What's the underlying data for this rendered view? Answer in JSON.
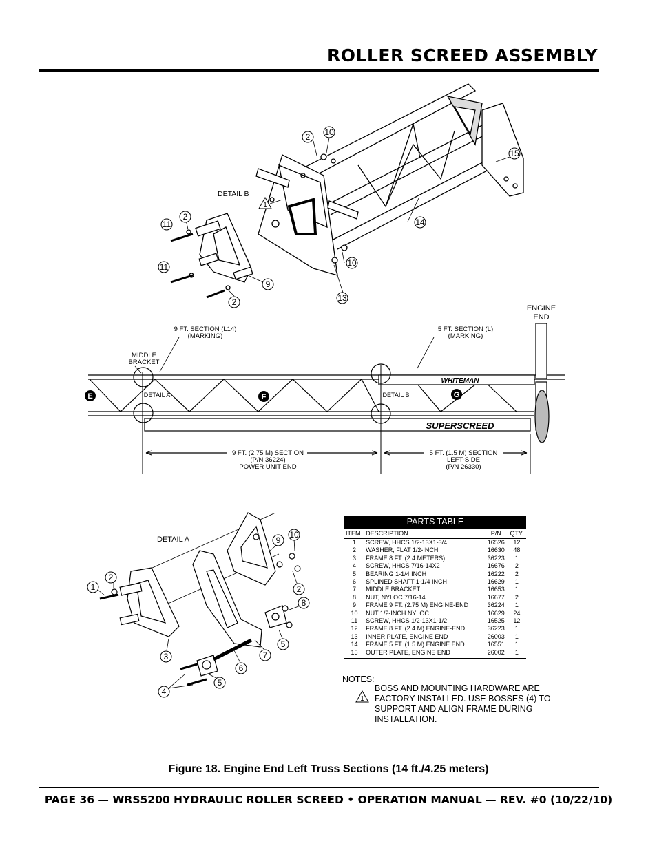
{
  "header": {
    "title": "ROLLER SCREED ASSEMBLY"
  },
  "figure": {
    "caption": "Figure 18. Engine End Left Truss Sections (14 ft./4.25 meters)",
    "top_view": {
      "detail_b_label": "DETAIL B",
      "callouts": [
        "2",
        "10",
        "15",
        "1",
        "11",
        "2",
        "14",
        "11",
        "9",
        "10",
        "2",
        "13"
      ]
    },
    "truss_view": {
      "engine_end": "ENGINE\nEND",
      "middle_bracket": "MIDDLE\nBRACKET",
      "section_9ft_marking": "9 FT.  SECTION (L14)\n(MARKING)",
      "section_5ft_marking": "5 FT.  SECTION (L)\n(MARKING)",
      "detail_a": "DETAIL A",
      "detail_b": "DETAIL B",
      "circle_e": "E",
      "circle_f": "F",
      "circle_g": "G",
      "whiteman": "WHITEMAN",
      "superscreed": "SUPERSCREED",
      "dim_9ft": "9 FT. (2.75 M) SECTION\n(P/N 36224)\nPOWER UNIT END",
      "dim_5ft": "5 FT. (1.5 M) SECTION\nLEFT-SIDE\n(P/N 26330)"
    },
    "detail_a_view": {
      "label": "DETAIL A",
      "callouts": [
        "1",
        "2",
        "3",
        "4",
        "5",
        "6",
        "7",
        "5",
        "8",
        "2",
        "9",
        "10"
      ]
    }
  },
  "parts_table": {
    "title": "PARTS TABLE",
    "columns": [
      "ITEM",
      "DESCRIPTION",
      "P/N",
      "QTY."
    ],
    "rows": [
      {
        "item": "1",
        "desc": "SCREW, HHCS 1/2-13X1-3/4",
        "pn": "16526",
        "qty": "12"
      },
      {
        "item": "2",
        "desc": "WASHER, FLAT 1/2-INCH",
        "pn": "16630",
        "qty": "48"
      },
      {
        "item": "3",
        "desc": "FRAME 8 FT. (2.4 METERS)",
        "pn": "36223",
        "qty": "1"
      },
      {
        "item": "4",
        "desc": "SCREW, HHCS 7/16-14X2",
        "pn": "16676",
        "qty": "2"
      },
      {
        "item": "5",
        "desc": "BEARING 1-1/4 INCH",
        "pn": "16222",
        "qty": "2"
      },
      {
        "item": "6",
        "desc": "SPLINED SHAFT 1-1/4 INCH",
        "pn": "16629",
        "qty": "1"
      },
      {
        "item": "7",
        "desc": "MIDDLE BRACKET",
        "pn": "16653",
        "qty": "1"
      },
      {
        "item": "8",
        "desc": "NUT, NYLOC 7/16-14",
        "pn": "16677",
        "qty": "2"
      },
      {
        "item": "9",
        "desc": "FRAME 9 FT. (2.75 M) ENGINE-END",
        "pn": "36224",
        "qty": "1"
      },
      {
        "item": "10",
        "desc": "NUT 1/2-INCH NYLOC",
        "pn": "16629",
        "qty": "24"
      },
      {
        "item": "11",
        "desc": "SCREW, HHCS 1/2-13X1-1/2",
        "pn": "16525",
        "qty": "12"
      },
      {
        "item": "12",
        "desc": "FRAME 8 FT. (2.4 M) ENGINE-END",
        "pn": "36223",
        "qty": "1"
      },
      {
        "item": "13",
        "desc": "INNER PLATE, ENGINE END",
        "pn": "26003",
        "qty": "1"
      },
      {
        "item": "14",
        "desc": "FRAME 5 FT. (1.5 M) ENGINE END",
        "pn": "16551",
        "qty": "1"
      },
      {
        "item": "15",
        "desc": "OUTER PLATE, ENGINE END",
        "pn": "26002",
        "qty": "1"
      }
    ]
  },
  "notes": {
    "heading": "NOTES:",
    "marker": "1",
    "text": "BOSS AND MOUNTING HARDWARE ARE FACTORY INSTALLED. USE BOSSES (4) TO SUPPORT AND ALIGN FRAME DURING INSTALLATION."
  },
  "footer": {
    "text": "PAGE 36 — WRS5200 HYDRAULIC ROLLER SCREED • OPERATION MANUAL — REV. #0 (10/22/10)"
  }
}
